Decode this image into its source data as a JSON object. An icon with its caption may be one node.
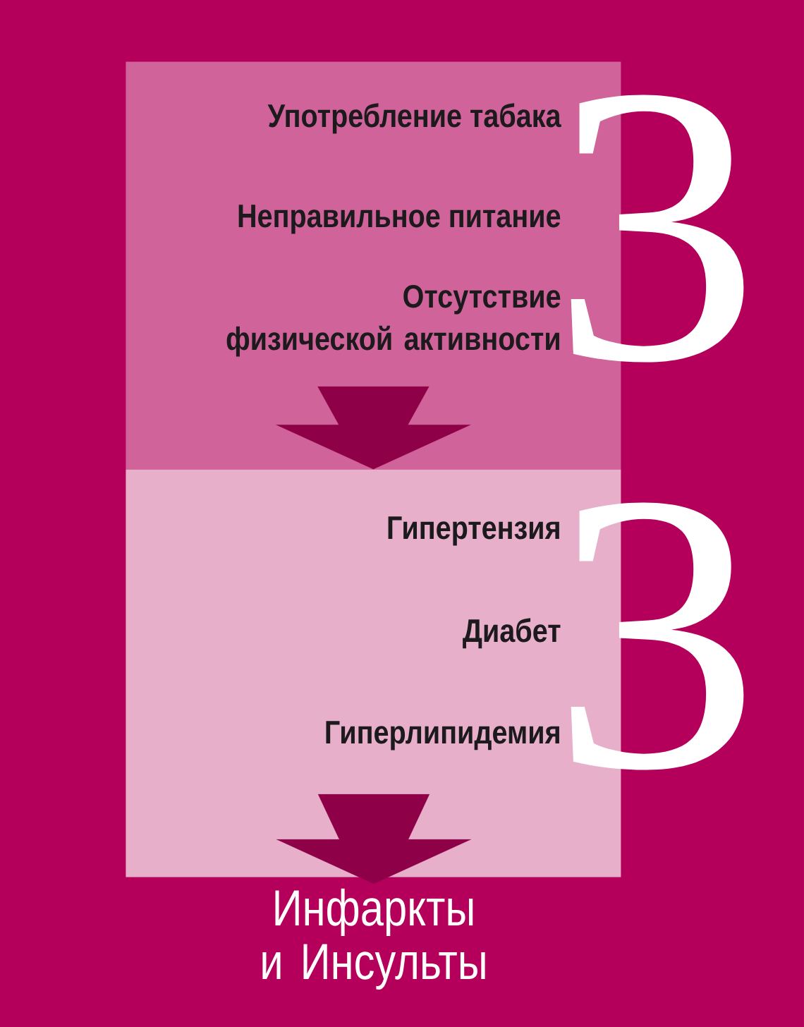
{
  "diagram": {
    "nodes": [
      {
        "text": [
          "Употребление табака",
          "Неправильное питание",
          "Отсутствие физической активности",
          "3"
        ]
      },
      {
        "text": [
          "Гипертензия",
          "Диабет",
          "Гиперлипидемия",
          "3"
        ]
      },
      {
        "text": [
          "Инфаркты и Инсульты"
        ]
      }
    ],
    "edges": [
      {
        "from": 0,
        "to": 1,
        "arrow": "to"
      },
      {
        "from": 1,
        "to": 2,
        "arrow": "to"
      }
    ]
  }
}
